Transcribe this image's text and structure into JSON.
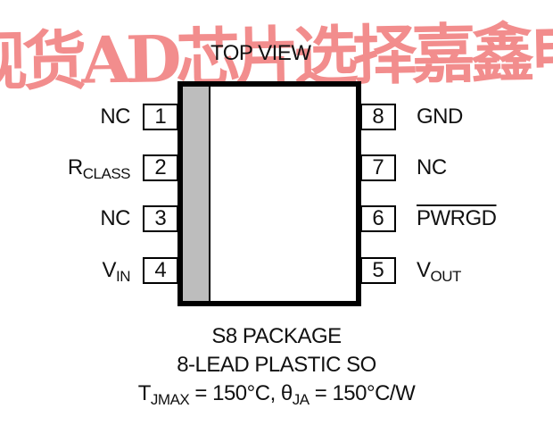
{
  "watermark": "买现货AD芯片选择嘉鑫电子",
  "top_view": "TOP VIEW",
  "pins_left": [
    {
      "number": "1",
      "name": "NC",
      "sub": ""
    },
    {
      "number": "2",
      "name": "R",
      "sub": "CLASS"
    },
    {
      "number": "3",
      "name": "NC",
      "sub": ""
    },
    {
      "number": "4",
      "name": "V",
      "sub": "IN"
    }
  ],
  "pins_right": [
    {
      "number": "8",
      "name": "GND",
      "sub": ""
    },
    {
      "number": "7",
      "name": "NC",
      "sub": ""
    },
    {
      "number": "6",
      "name": "PWRGD",
      "sub": ""
    },
    {
      "number": "5",
      "name": "V",
      "sub": "OUT"
    }
  ],
  "caption": {
    "line1": "S8 PACKAGE",
    "line2": "8-LEAD PLASTIC SO",
    "line3_t": "T",
    "line3_t_sub": "JMAX",
    "line3_mid": " = 150°C, θ",
    "line3_theta_sub": "JA",
    "line3_end": " = 150°C/W"
  },
  "colors": {
    "watermark": "#f07a7a",
    "pin1_stripe": "#bdbdbd"
  }
}
